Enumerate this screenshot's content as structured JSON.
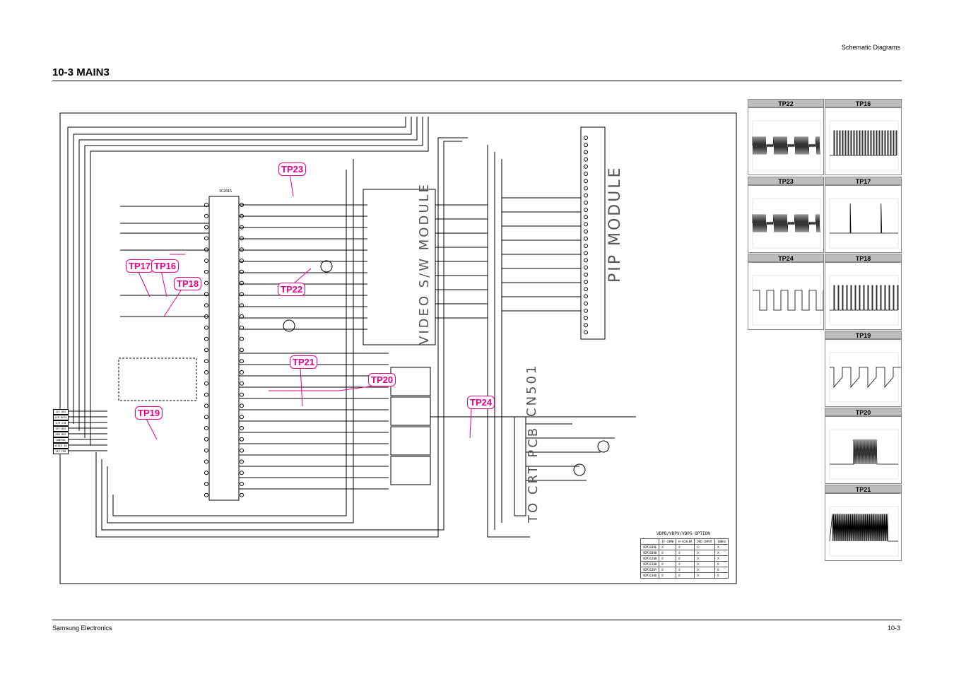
{
  "header": {
    "section_right": "Schematic Diagrams",
    "title": "10-3 MAIN3"
  },
  "footer": {
    "left": "Samsung Electronics",
    "right": "10-3"
  },
  "schematic": {
    "test_points": [
      "TP23",
      "TP17",
      "TP16",
      "TP18",
      "TP22",
      "TP21",
      "TP20",
      "TP24",
      "TP19"
    ],
    "module_labels": {
      "video_sw": "VIDEO S/W MODULE",
      "pip": "PIP MODULE",
      "crt": "TO CRT PCB",
      "cn": "CN501"
    },
    "ic_label": "IC201S",
    "left_bus": [
      "I2C BUS",
      "D/M DATA",
      "D/M STB",
      "OFF BUS",
      "MOU BUS",
      "CONTROL",
      "VIDEO IN",
      "ZIP FEB"
    ]
  },
  "option_table": {
    "title": "VDPB/VDPV/VDPG OPTION",
    "header": [
      "",
      "IF COMB",
      "H-SCALER",
      "DVD INPUT",
      "100Hz"
    ],
    "rows": [
      [
        "VDP3100E",
        "X",
        "X",
        "X",
        "X"
      ],
      [
        "VDP3108B",
        "O",
        "X",
        "O",
        "X"
      ],
      [
        "VDP3120B",
        "O",
        "O",
        "O",
        "X"
      ],
      [
        "VDP3130B",
        "O",
        "X",
        "O",
        "O"
      ],
      [
        "VDP3130Y",
        "O",
        "X",
        "O",
        "O"
      ],
      [
        "VDP3130D",
        "O",
        "O",
        "O",
        "O"
      ]
    ]
  },
  "waveforms": {
    "panels": [
      {
        "label": "TP22",
        "kind": "dense"
      },
      {
        "label": "TP16",
        "kind": "pulses"
      },
      {
        "label": "TP23",
        "kind": "dense"
      },
      {
        "label": "TP17",
        "kind": "spike"
      },
      {
        "label": "TP24",
        "kind": "square"
      },
      {
        "label": "TP18",
        "kind": "narrow"
      },
      {
        "label": "TP19",
        "kind": "steps"
      },
      {
        "label": "TP20",
        "kind": "burst"
      },
      {
        "label": "TP21",
        "kind": "fill"
      }
    ]
  }
}
